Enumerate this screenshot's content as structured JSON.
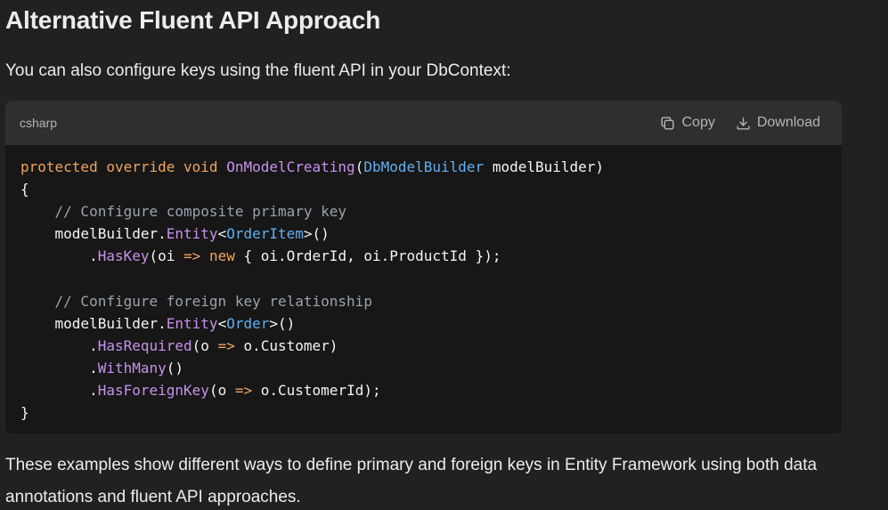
{
  "heading": "Alternative Fluent API Approach",
  "intro": "You can also configure keys using the fluent API in your DbContext:",
  "code_block": {
    "language": "csharp",
    "copy_label": "Copy",
    "download_label": "Download",
    "copy_icon": "copy-icon",
    "download_icon": "download-icon",
    "lines": [
      [
        [
          "kw",
          "protected override void "
        ],
        [
          "fn",
          "OnModelCreating"
        ],
        [
          "tx",
          "("
        ],
        [
          "ty",
          "DbModelBuilder"
        ],
        [
          "tx",
          " modelBuilder)"
        ]
      ],
      [
        [
          "tx",
          "{"
        ]
      ],
      [
        [
          "cm",
          "    // Configure composite primary key"
        ]
      ],
      [
        [
          "tx",
          "    modelBuilder."
        ],
        [
          "fn",
          "Entity"
        ],
        [
          "tx",
          "<"
        ],
        [
          "ty",
          "OrderItem"
        ],
        [
          "tx",
          ">()"
        ]
      ],
      [
        [
          "tx",
          "        ."
        ],
        [
          "fn",
          "HasKey"
        ],
        [
          "tx",
          "(oi "
        ],
        [
          "op",
          "=>"
        ],
        [
          "tx",
          " "
        ],
        [
          "kw",
          "new"
        ],
        [
          "tx",
          " { oi.OrderId, oi.ProductId });"
        ]
      ],
      [
        [
          "tx",
          ""
        ]
      ],
      [
        [
          "cm",
          "    // Configure foreign key relationship"
        ]
      ],
      [
        [
          "tx",
          "    modelBuilder."
        ],
        [
          "fn",
          "Entity"
        ],
        [
          "tx",
          "<"
        ],
        [
          "ty",
          "Order"
        ],
        [
          "tx",
          ">()"
        ]
      ],
      [
        [
          "tx",
          "        ."
        ],
        [
          "fn",
          "HasRequired"
        ],
        [
          "tx",
          "(o "
        ],
        [
          "op",
          "=>"
        ],
        [
          "tx",
          " o.Customer)"
        ]
      ],
      [
        [
          "tx",
          "        ."
        ],
        [
          "fn",
          "WithMany"
        ],
        [
          "tx",
          "()"
        ]
      ],
      [
        [
          "tx",
          "        ."
        ],
        [
          "fn",
          "HasForeignKey"
        ],
        [
          "tx",
          "(o "
        ],
        [
          "op",
          "=>"
        ],
        [
          "tx",
          " o.CustomerId);"
        ]
      ],
      [
        [
          "tx",
          "}"
        ]
      ]
    ],
    "token_colors": {
      "kw": "#f0a45d",
      "fn": "#c792ea",
      "ty": "#61afef",
      "cm": "#9aa3ad",
      "op": "#f0a45d",
      "tx": "#f4f4f4"
    }
  },
  "outro": "These examples show different ways to define primary and foreign keys in Entity Framework using both data annotations and fluent API approaches."
}
